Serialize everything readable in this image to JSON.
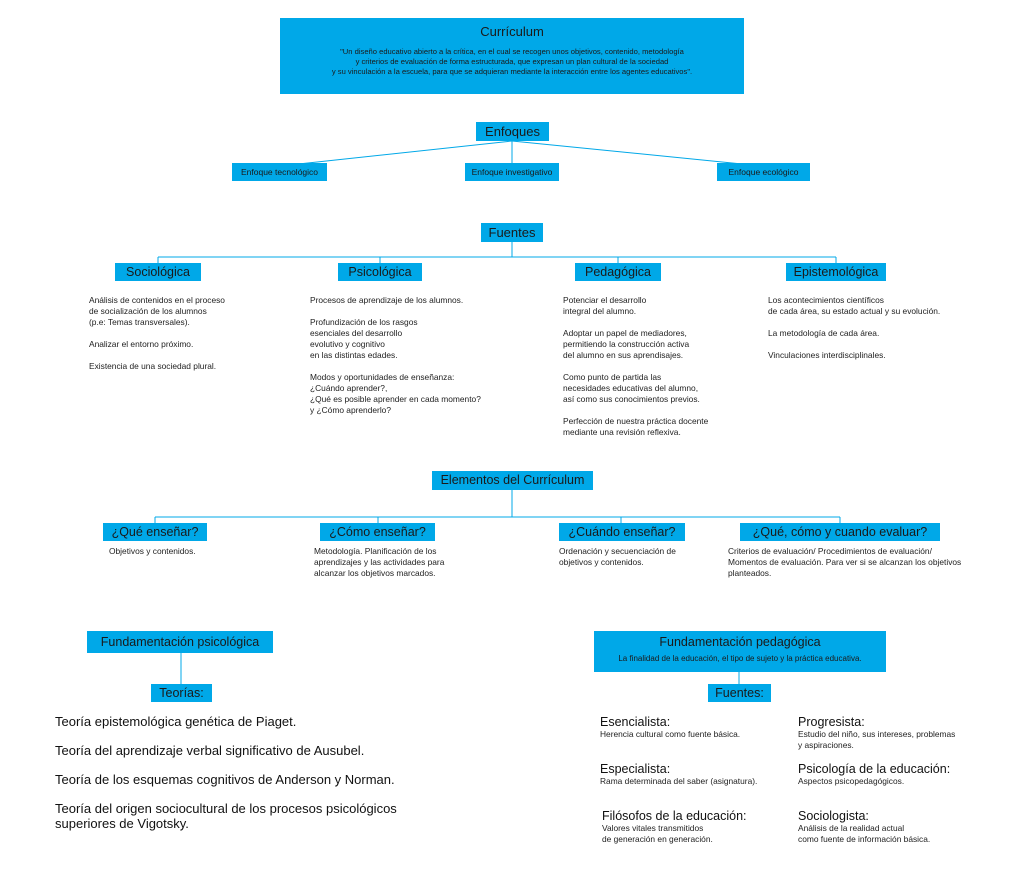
{
  "curriculum": {
    "title": "Currículum",
    "definition": "\"Un diseño educativo abierto a la crítica, en el cual se recogen unos objetivos, contenido, metodología\ny criterios de evaluación de forma estructurada, que expresan un plan cultural de la sociedad\ny su vinculación a la escuela, para que se adquieran mediante la interacción entre los agentes educativos\"."
  },
  "enfoques": {
    "title": "Enfoques",
    "items": [
      "Enfoque tecnológico",
      "Enfoque investigativo",
      "Enfoque ecológico"
    ]
  },
  "fuentes": {
    "title": "Fuentes",
    "items": [
      {
        "label": "Sociológica",
        "text": "Análisis de contenidos en el proceso\nde socialización de los alumnos\n(p.e: Temas transversales).\n\nAnalizar el entorno próximo.\n\nExistencia de una sociedad plural."
      },
      {
        "label": "Psicológica",
        "text": "Procesos de aprendizaje de los alumnos.\n\nProfundización de los rasgos\nesenciales del desarrollo\nevolutivo y cognitivo\nen las distintas edades.\n\nModos y oportunidades de enseñanza:\n¿Cuándo aprender?,\n¿Qué es posible aprender en cada momento?\ny ¿Cómo aprenderlo?"
      },
      {
        "label": "Pedagógica",
        "text": "Potenciar el desarrollo\nintegral del alumno.\n\nAdoptar un papel de mediadores,\npermitiendo la construcción activa\ndel alumno en sus aprendisajes.\n\nComo punto de partida las\nnecesidades educativas del alumno,\nasí como sus conocimientos previos.\n\nPerfección de nuestra práctica docente\nmediante una revisión reflexiva."
      },
      {
        "label": "Epistemológica",
        "text": "Los acontecimientos científicos\nde cada área, su estado actual y su evolución.\n\nLa metodología de cada área.\n\nVinculaciones interdisciplinales."
      }
    ]
  },
  "elementos": {
    "title": "Elementos del Currículum",
    "items": [
      {
        "label": "¿Qué enseñar?",
        "text": "Objetivos y contenidos."
      },
      {
        "label": "¿Cómo enseñar?",
        "text": "Metodología. Planificación de los\naprendizajes y las actividades para\nalcanzar los objetivos marcados."
      },
      {
        "label": "¿Cuándo enseñar?",
        "text": "Ordenación y secuenciación de\nobjetivos y contenidos."
      },
      {
        "label": "¿Qué, cómo y cuando evaluar?",
        "text": "Criterios de evaluación/ Procedimientos de evaluación/\nMomentos de evaluación. Para ver si se alcanzan los objetivos\nplanteados."
      }
    ]
  },
  "fund_psicologica": {
    "title": "Fundamentación psicológica",
    "teorias_label": "Teorías:",
    "teorias": [
      "Teoría epistemológica genética de Piaget.",
      "Teoría del aprendizaje verbal significativo de Ausubel.",
      "Teoría de los esquemas cognitivos de Anderson y Norman.",
      "Teoría del origen sociocultural de los procesos psicológicos\nsuperiores de Vigotsky."
    ]
  },
  "fund_pedagogica": {
    "title": "Fundamentación pedagógica",
    "subtitle": "La finalidad de la educación, el tipo de sujeto y la práctica educativa.",
    "fuentes_label": "Fuentes:",
    "items": [
      {
        "label": "Esencialista:",
        "text": "Herencia cultural como fuente básica."
      },
      {
        "label": "Progresista:",
        "text": "Estudio del niño, sus intereses, problemas\n y aspiraciones."
      },
      {
        "label": "Especialista:",
        "text": "Rama determinada del saber (asignatura)."
      },
      {
        "label": "Psicología de la educación:",
        "text": "Aspectos psicopedagógicos."
      },
      {
        "label": "Filósofos de la educación:",
        "text": "Valores vitales transmitidos\nde generación en generación."
      },
      {
        "label": "Sociologista:",
        "text": "Análisis de la realidad actual\ncomo fuente de información básica."
      }
    ]
  },
  "colors": {
    "box": "#00a8e8",
    "line": "#00a8e8"
  }
}
